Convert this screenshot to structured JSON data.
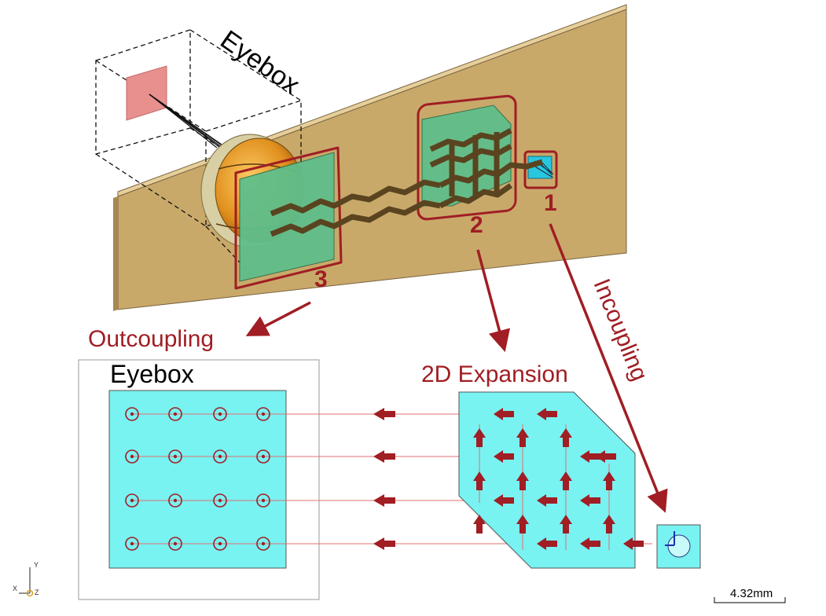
{
  "labels": {
    "eyebox_3d": "Eyebox",
    "region_1": "1",
    "region_2": "2",
    "region_3": "3",
    "outcoupling": "Outcoupling",
    "expansion": "2D Expansion",
    "incoupling": "Incoupling",
    "eyebox_panel": "Eyebox"
  },
  "scale_bar": {
    "value": "4.32mm"
  },
  "axes": {
    "y": "Y",
    "x": "X",
    "z": "Z"
  },
  "colors": {
    "plate": "#c9a96a",
    "grating_green": "#5fbf8a",
    "cyan": "#79f2f2",
    "accent_red": "#a01e24",
    "ray_brown": "#5a4420",
    "pink": "#e8908e"
  },
  "eyebox_grid": {
    "rows": 4,
    "cols": 4,
    "marker": "circle-dot"
  }
}
